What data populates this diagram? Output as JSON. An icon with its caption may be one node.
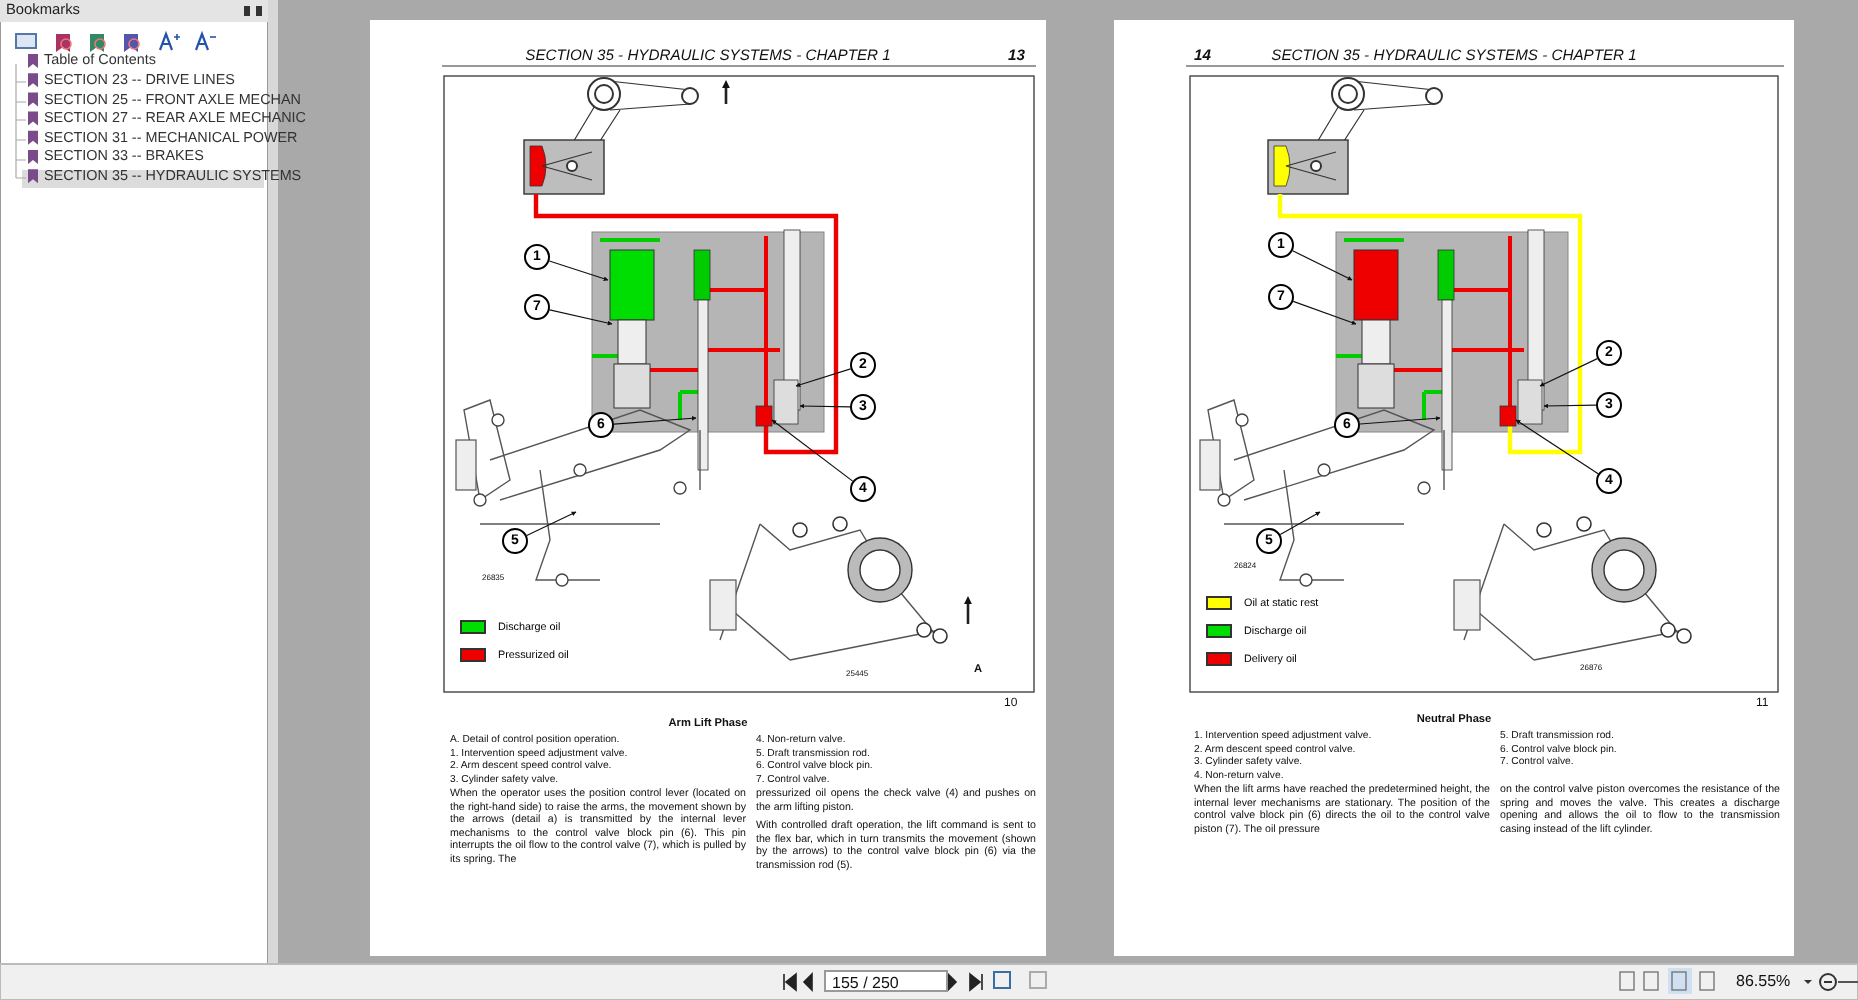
{
  "diagram": {
    "nodes": [
      {
        "text": [
          "1"
        ]
      },
      {
        "text": [
          "7"
        ]
      },
      {
        "text": [
          "6"
        ]
      },
      {
        "text": [
          "5"
        ]
      },
      {
        "text": [
          "2"
        ]
      },
      {
        "text": [
          "3"
        ]
      },
      {
        "text": [
          "4"
        ]
      },
      {
        "text": [
          "1"
        ]
      },
      {
        "text": [
          "7"
        ]
      },
      {
        "text": [
          "6"
        ]
      },
      {
        "text": [
          "5"
        ]
      },
      {
        "text": [
          "2"
        ]
      },
      {
        "text": [
          "3"
        ]
      },
      {
        "text": [
          "4"
        ]
      }
    ],
    "edges": [
      {
        "from": 0,
        "to": null,
        "arrow": "to"
      },
      {
        "from": 1,
        "to": null,
        "arrow": "to"
      },
      {
        "from": 2,
        "to": null,
        "arrow": "to"
      },
      {
        "from": 3,
        "to": null,
        "arrow": "to"
      },
      {
        "from": 4,
        "to": null,
        "arrow": "to"
      },
      {
        "from": 5,
        "to": null,
        "arrow": "to"
      },
      {
        "from": 6,
        "to": null,
        "arrow": "to"
      },
      {
        "from": 7,
        "to": null,
        "arrow": "to"
      },
      {
        "from": 8,
        "to": null,
        "arrow": "to"
      },
      {
        "from": 9,
        "to": null,
        "arrow": "to"
      },
      {
        "from": 10,
        "to": null,
        "arrow": "to"
      },
      {
        "from": 11,
        "to": null,
        "arrow": "to"
      },
      {
        "from": 12,
        "to": null,
        "arrow": "to"
      },
      {
        "from": 13,
        "to": null,
        "arrow": "to"
      }
    ],
    "labels": [
      "Bookmarks",
      "Table of Contents",
      "SECTION 23 -- DRIVE LINES",
      "SECTION 25 -- FRONT AXLE MECHAN",
      "SECTION 27 -- REAR AXLE MECHANIC",
      "SECTION 31 -- MECHANICAL POWER",
      "SECTION 33 -- BRAKES",
      "SECTION 35 -- HYDRAULIC SYSTEMS",
      "SECTION 35 - HYDRAULIC SYSTEMS - CHAPTER 1",
      "13",
      "26835",
      "25445",
      "A",
      "10",
      "Arm Lift Phase",
      "A. Detail of control position operation.",
      "1. Intervention speed adjustment valve.",
      "2. Arm descent speed control valve.",
      "3. Cylinder safety valve.",
      "4. Non-return valve.",
      "5. Draft transmission rod.",
      "6. Control valve block pin.",
      "7. Control valve.",
      "When the operator uses the position control lever (located on the right-hand side) to raise the arms, the movement shown by the arrows (detail a) is transmitted by the internal lever mechanisms to the control valve block pin (6). This pin interrupts the oil flow to the control valve (7), which is pulled by its spring. The",
      "pressurized oil opens the check valve (4) and pushes on the arm lifting piston.",
      "With controlled draft operation, the lift command is sent to the flex bar, which in turn transmits the movement (shown by the arrows) to the control valve block pin (6) via the transmission rod (5).",
      "14",
      "SECTION 35 - HYDRAULIC SYSTEMS - CHAPTER 1",
      "26824",
      "26876",
      "11",
      "Neutral Phase",
      "1. Intervention speed adjustment valve.",
      "2. Arm descent speed control valve.",
      "3. Cylinder safety valve.",
      "4. Non-return valve.",
      "5. Draft transmission rod.",
      "6. Control valve block pin.",
      "7. Control valve.",
      "When the lift arms have reached the predetermined height, the internal lever mechanisms are stationary. The position of the control valve block pin (6) directs the oil to the control valve piston (7). The oil pressure",
      "on the control valve piston overcomes the resistance of the spring and moves the valve. This creates a discharge opening and allows the oil to flow to the transmission casing instead of the lift cylinder.",
      "155 / 250",
      "86.55%"
    ],
    "legend": [
      {
        "text": "Discharge oil",
        "color": "#00dd00"
      },
      {
        "text": "Pressurized oil",
        "color": "#ee0000"
      },
      {
        "text": "Oil at static rest",
        "color": "#ffff00"
      },
      {
        "text": "Discharge oil",
        "color": "#00dd00"
      },
      {
        "text": "Delivery oil",
        "color": "#ee0000"
      }
    ]
  }
}
